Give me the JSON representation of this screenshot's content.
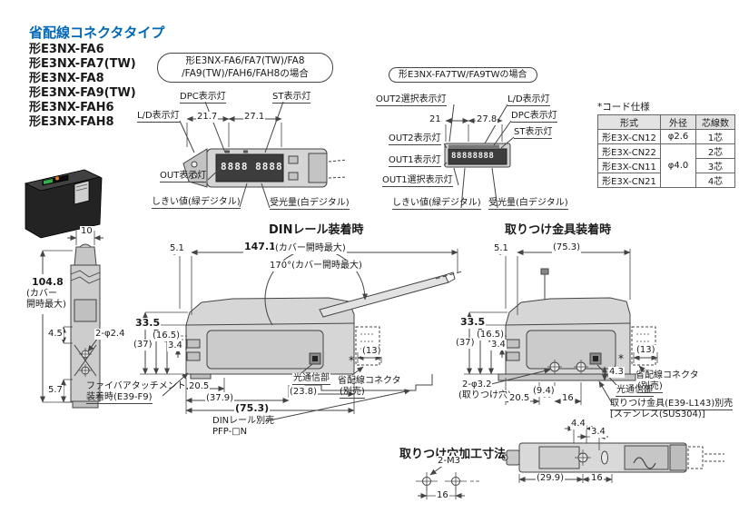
{
  "colors": {
    "title_blue": "#0068b7",
    "line": "#444444",
    "body_fill": "#d5d5d5",
    "display_fill": "#3d3d3d"
  },
  "header": {
    "title": "省配線コネクタタイプ",
    "models": [
      "形E3NX-FA6",
      "形E3NX-FA7(TW)",
      "形E3NX-FA8",
      "形E3NX-FA9(TW)",
      "形E3NX-FAH6",
      "形E3NX-FAH8"
    ]
  },
  "front_view_a": {
    "bubble_line1": "形E3NX-FA6/FA7(TW)/FA8",
    "bubble_line2": "/FA9(TW)/FAH6/FAH8の場合",
    "label_dpc": "DPC表示灯",
    "label_st": "ST表示灯",
    "label_ld": "L/D表示灯",
    "label_out": "OUT表示灯",
    "label_threshold": "しきい値(緑デジタル)",
    "label_light": "受光量(白デジタル)",
    "dim_left": "21.7",
    "dim_right": "27.1",
    "display_digits": "8888 8888"
  },
  "front_view_b": {
    "bubble": "形E3NX-FA7TW/FA9TWの場合",
    "label_out2_sel": "OUT2選択表示灯",
    "label_ld": "L/D表示灯",
    "label_dpc": "DPC表示灯",
    "label_st": "ST表示灯",
    "label_out2": "OUT2表示灯",
    "label_out1": "OUT1表示灯",
    "label_out1_sel": "OUT1選択表示灯",
    "label_threshold": "しきい値(緑デジタル)",
    "label_light": "受光量(白デジタル)",
    "dim_left": "21",
    "dim_right": "27.8",
    "display_digits": "88888888"
  },
  "cord_table": {
    "note": "*コード仕様",
    "headers": [
      "形式",
      "外径",
      "芯線数"
    ],
    "rows": [
      {
        "model": "形E3X-CN12",
        "dia": "φ2.6",
        "cores": "1芯"
      },
      {
        "model": "形E3X-CN22",
        "dia": "φ4.0",
        "cores": "2芯"
      },
      {
        "model": "形E3X-CN11",
        "cores": "3芯"
      },
      {
        "model": "形E3X-CN21",
        "cores": "4芯"
      }
    ]
  },
  "side_view": {
    "dim_width": "10",
    "dim_height": "104.8",
    "dim_height_note1": "(カバー",
    "dim_height_note2": "開時最大)",
    "dim_45": "4.5",
    "hole_label": "2-φ2.4",
    "dim_57": "5.7"
  },
  "din_view": {
    "title": "DINレール装着時",
    "dim_51": "5.1",
    "dim_147": "147.1",
    "dim_147_note": "(カバー開時最大)",
    "dim_170": "170°(カバー開時最大)",
    "dim_335": "33.5",
    "dim_37": "(37)",
    "dim_165": "(16.5)",
    "dim_34": "3.4",
    "label_fiber1": "ファイバアタッチメント",
    "label_fiber2": "装着時(E39-F9)",
    "dim_205": "20.5",
    "dim_379": "(37.9)",
    "dim_753": "(75.3)",
    "dim_238": "(23.8)",
    "label_rail1": "DINレール別売",
    "label_rail2": "PFP-□N",
    "label_optical": "光通信部",
    "asterisk": "*",
    "dim_13": "(13)",
    "label_connector1": "省配線コネクタ",
    "label_connector2": "(別売)"
  },
  "bracket_view": {
    "title": "取りつけ金具装着時",
    "dim_51": "5.1",
    "dim_753": "(75.3)",
    "dim_335": "33.5",
    "dim_37": "(37)",
    "dim_165": "(16.5)",
    "dim_34": "3.4",
    "label_hole1": "2-φ3.2",
    "label_hole2": "(取りつけ穴)",
    "dim_205": "20.5",
    "dim_94": "(9.4)",
    "dim_16": "16",
    "dim_43": "4.3",
    "label_optical": "光通信部",
    "label_bracket1": "取りつけ金具(E39-L143)別売",
    "label_bracket2": "[ステンレス(SUS304)]",
    "label_connector1": "省配線コネクタ",
    "label_connector2": "(別売)",
    "asterisk": "*",
    "dim_13": "(13)"
  },
  "hole_drawing": {
    "title": "取りつけ穴加工寸法",
    "label_tap": "2-M3",
    "dim_16": "16"
  },
  "top_view": {
    "dim_44": "4.4",
    "dim_34": "3.4",
    "dim_299": "(29.9)",
    "dim_16": "16"
  }
}
